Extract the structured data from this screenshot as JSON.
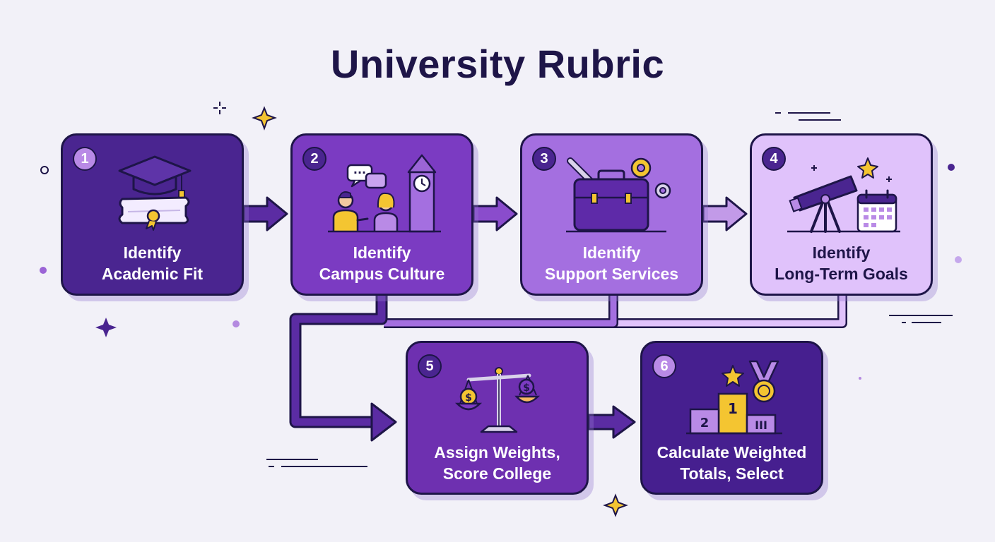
{
  "title": "University Rubric",
  "steps": [
    {
      "number": "1",
      "line1": "Identify",
      "line2": "Academic Fit"
    },
    {
      "number": "2",
      "line1": "Identify",
      "line2": "Campus Culture"
    },
    {
      "number": "3",
      "line1": "Identify",
      "line2": "Support Services"
    },
    {
      "number": "4",
      "line1": "Identify",
      "line2": "Long-Term Goals"
    },
    {
      "number": "5",
      "line1": "Assign Weights,",
      "line2": "Score College"
    },
    {
      "number": "6",
      "line1": "Calculate Weighted",
      "line2": "Totals, Select"
    }
  ],
  "icon_text": {
    "speech_dots": "···",
    "currency_symbol": "$",
    "podium_first": "1",
    "podium_second": "2",
    "podium_third": "III"
  },
  "colors": {
    "background": "#f2f1f8",
    "outline": "#1e1548",
    "step1": "#4a2590",
    "step2": "#7b3bc2",
    "step3": "#a46fe0",
    "step4": "#e0c2fb",
    "step5": "#6e30b0",
    "step6": "#461f8f",
    "accent_yellow": "#f4c531"
  }
}
